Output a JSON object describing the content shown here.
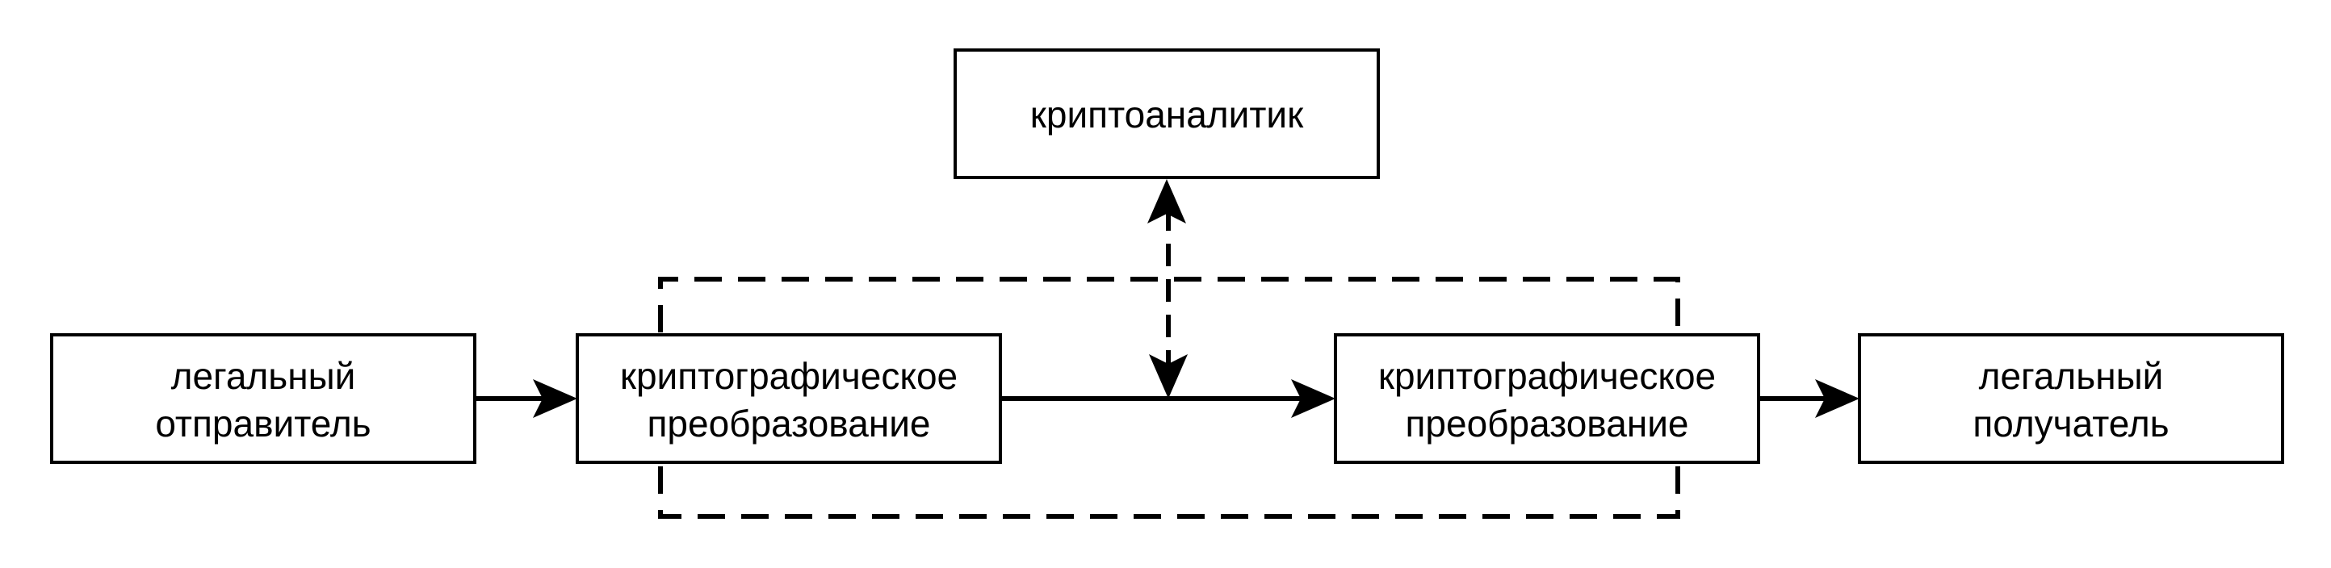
{
  "diagram": {
    "cryptanalyst": "криптоаналитик",
    "sender": {
      "line1": "легальный",
      "line2": "отправитель"
    },
    "transform_left": {
      "line1": "криптографическое",
      "line2": "преобразование"
    },
    "transform_right": {
      "line1": "криптографическое",
      "line2": "преобразование"
    },
    "receiver": {
      "line1": "легальный",
      "line2": "получатель"
    }
  }
}
